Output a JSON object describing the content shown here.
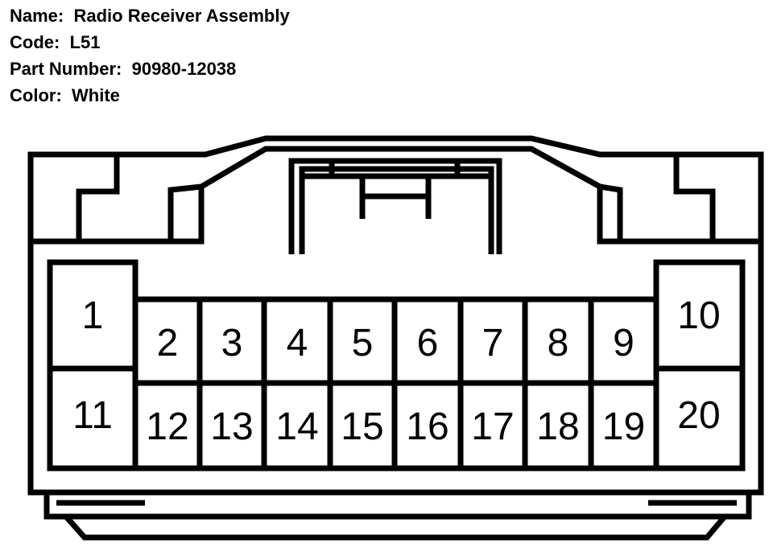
{
  "info": {
    "name_label": "Name:",
    "name_value": "Radio Receiver Assembly",
    "code_label": "Code:",
    "code_value": "L51",
    "part_label": "Part Number:",
    "part_value": "90980-12038",
    "color_label": "Color:",
    "color_value": "White"
  },
  "pins": [
    "1",
    "2",
    "3",
    "4",
    "5",
    "6",
    "7",
    "8",
    "9",
    "10",
    "11",
    "12",
    "13",
    "14",
    "15",
    "16",
    "17",
    "18",
    "19",
    "20"
  ],
  "colors": {
    "line": "#000000",
    "background": "#ffffff"
  }
}
